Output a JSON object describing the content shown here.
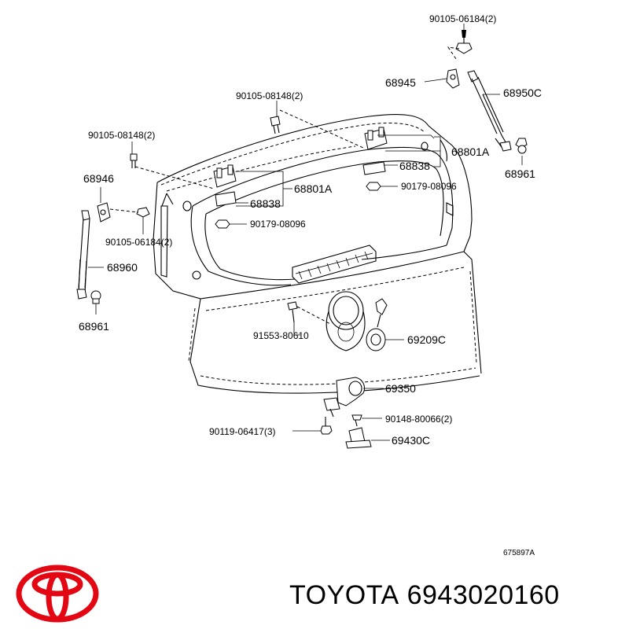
{
  "diagram": {
    "id_code": "675897A",
    "labels": {
      "p90105_06184_top": "90105-06184(2)",
      "p68945": "68945",
      "p68950C": "68950C",
      "p90105_08148_mid": "90105-08148(2)",
      "p90105_08148_left": "90105-08148(2)",
      "p68801A_right": "68801A",
      "p68838_right": "68838",
      "p68961_right": "68961",
      "p90179_08096_right": "90179-08096",
      "p68946": "68946",
      "p68801A_left": "68801A",
      "p68838_left": "68838",
      "p90179_08096_left": "90179-08096",
      "p90105_06184_left": "90105-06184(2)",
      "p68960": "68960",
      "p68961_left": "68961",
      "p91553_80610": "91553-80610",
      "p69209C": "69209C",
      "p69350": "69350",
      "p90148_80066": "90148-80066(2)",
      "p90119_06417": "90119-06417(3)",
      "p69430C": "69430C"
    }
  },
  "footer": {
    "brand": "TOYOTA",
    "part_number": "6943020160"
  },
  "colors": {
    "logo": "#e30613",
    "line": "#000000",
    "background": "#ffffff"
  }
}
